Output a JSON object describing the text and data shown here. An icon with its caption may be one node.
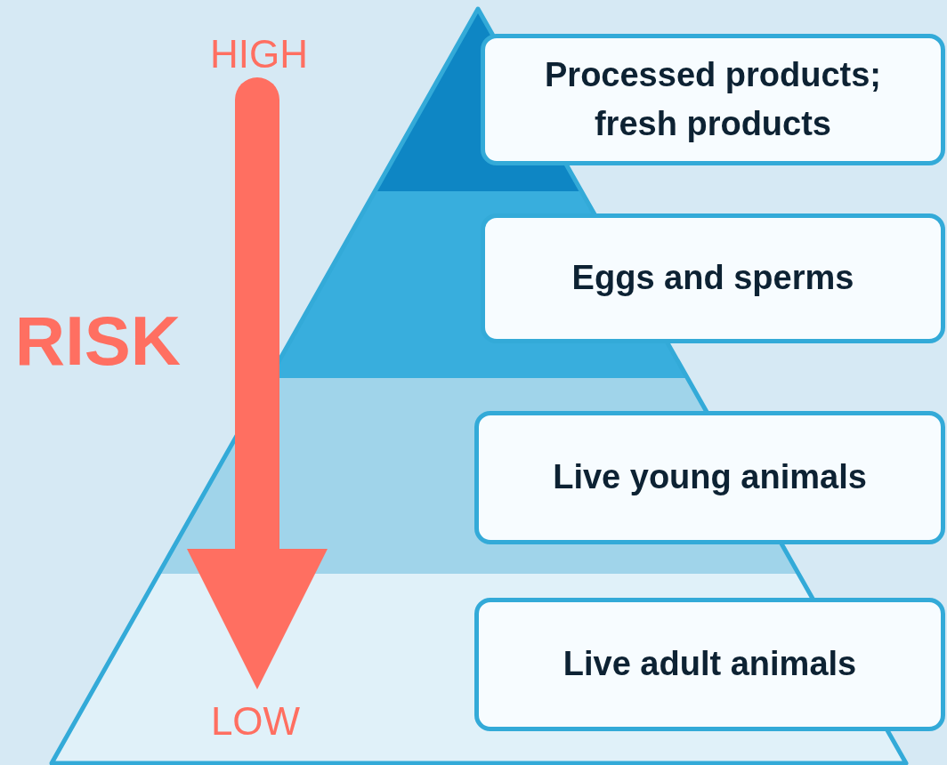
{
  "diagram": {
    "nodes": [
      {
        "text": [
          "Processed products; fresh products"
        ]
      },
      {
        "text": [
          "Eggs and sperms"
        ]
      },
      {
        "text": [
          "Live young animals"
        ]
      },
      {
        "text": [
          "Live adult animals"
        ]
      }
    ],
    "labels": [
      "HIGH",
      "RISK",
      "LOW"
    ]
  }
}
